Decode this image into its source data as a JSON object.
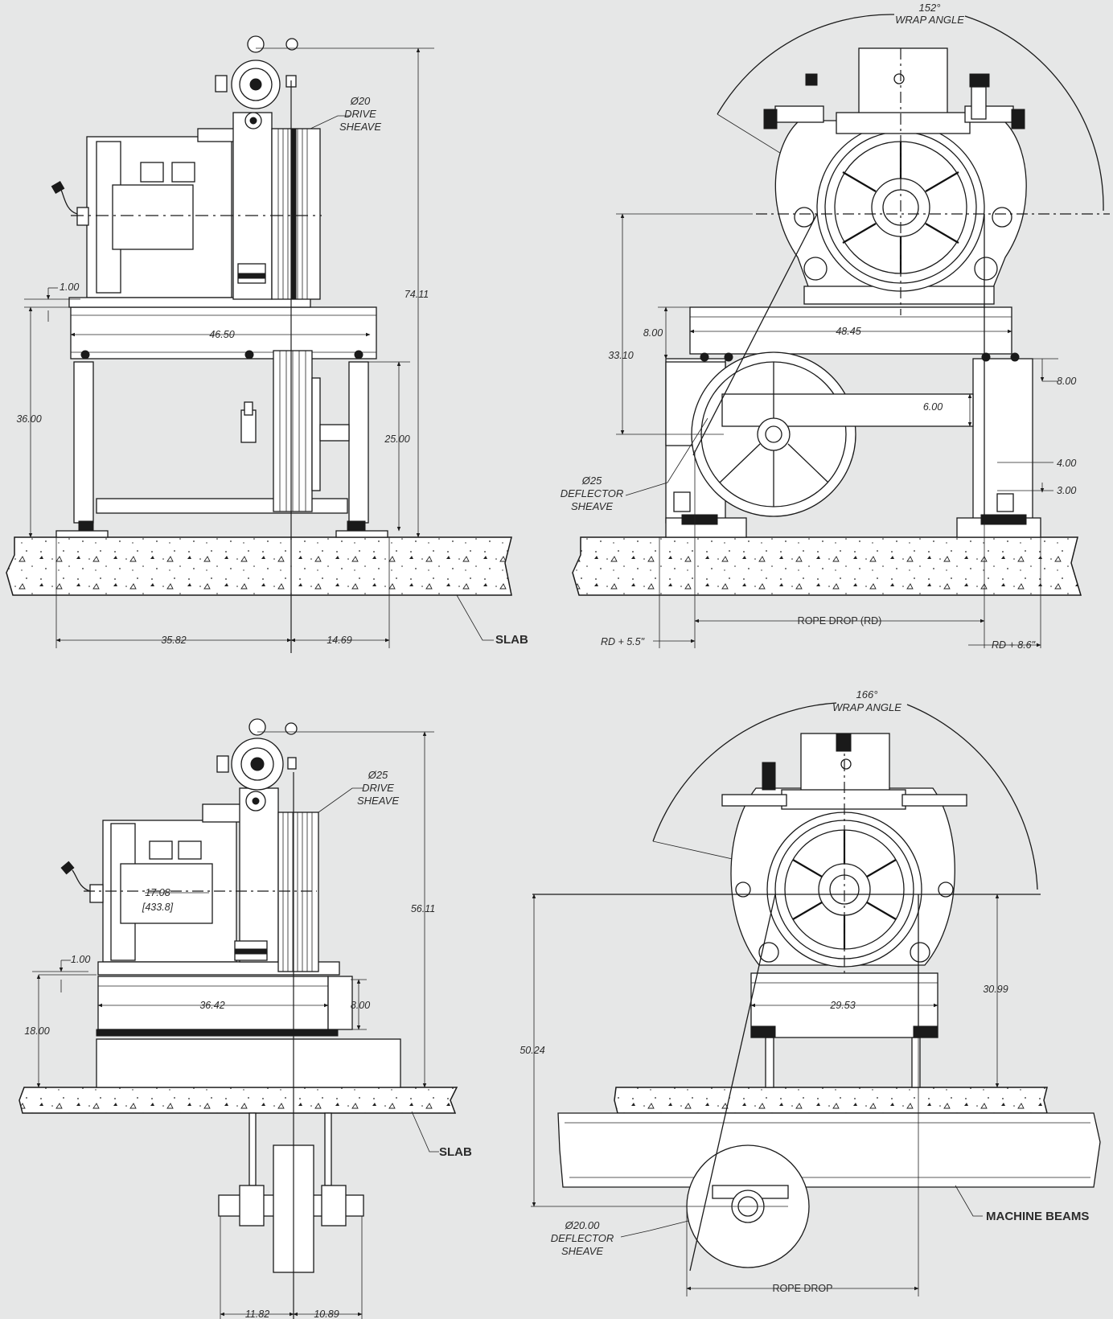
{
  "views": {
    "top_left": {
      "sheave_callout": [
        "Ø20",
        "DRIVE",
        "SHEAVE"
      ],
      "dims": {
        "d1": "1.00",
        "d2": "46.50",
        "d3": "74.11",
        "d4": "36.00",
        "d5": "25.00",
        "d6": "35.82",
        "d7": "14.69"
      },
      "slab_label": "SLAB"
    },
    "top_right": {
      "wrap_angle": [
        "152°",
        "WRAP ANGLE"
      ],
      "dims": {
        "d1": "8.00",
        "d2": "48.45",
        "d3": "33.10",
        "d4": "8.00",
        "d5": "6.00",
        "d6": "4.00",
        "d7": "3.00"
      },
      "deflector_callout": [
        "Ø25",
        "DEFLECTOR",
        "SHEAVE"
      ],
      "rope_drop": "ROPE DROP (RD)",
      "rd_left": "RD + 5.5\"",
      "rd_right": "RD + 8.6\""
    },
    "bottom_left": {
      "sheave_callout": [
        "Ø25",
        "DRIVE",
        "SHEAVE"
      ],
      "inner_labels": [
        "17.08",
        "[433.8]"
      ],
      "dims": {
        "d1": "1.00",
        "d2": "56.11",
        "d3": "36.42",
        "d4": "8.00",
        "d5": "18.00",
        "d6": "11.82",
        "d7": "10.89"
      },
      "slab_label": "SLAB"
    },
    "bottom_right": {
      "wrap_angle": [
        "166°",
        "WRAP ANGLE"
      ],
      "dims": {
        "d1": "30.99",
        "d2": "29.53",
        "d3": "50.24"
      },
      "deflector_callout": [
        "Ø20.00",
        "DEFLECTOR",
        "SHEAVE"
      ],
      "rope_drop": "ROPE DROP",
      "beams_label": "MACHINE BEAMS"
    }
  }
}
